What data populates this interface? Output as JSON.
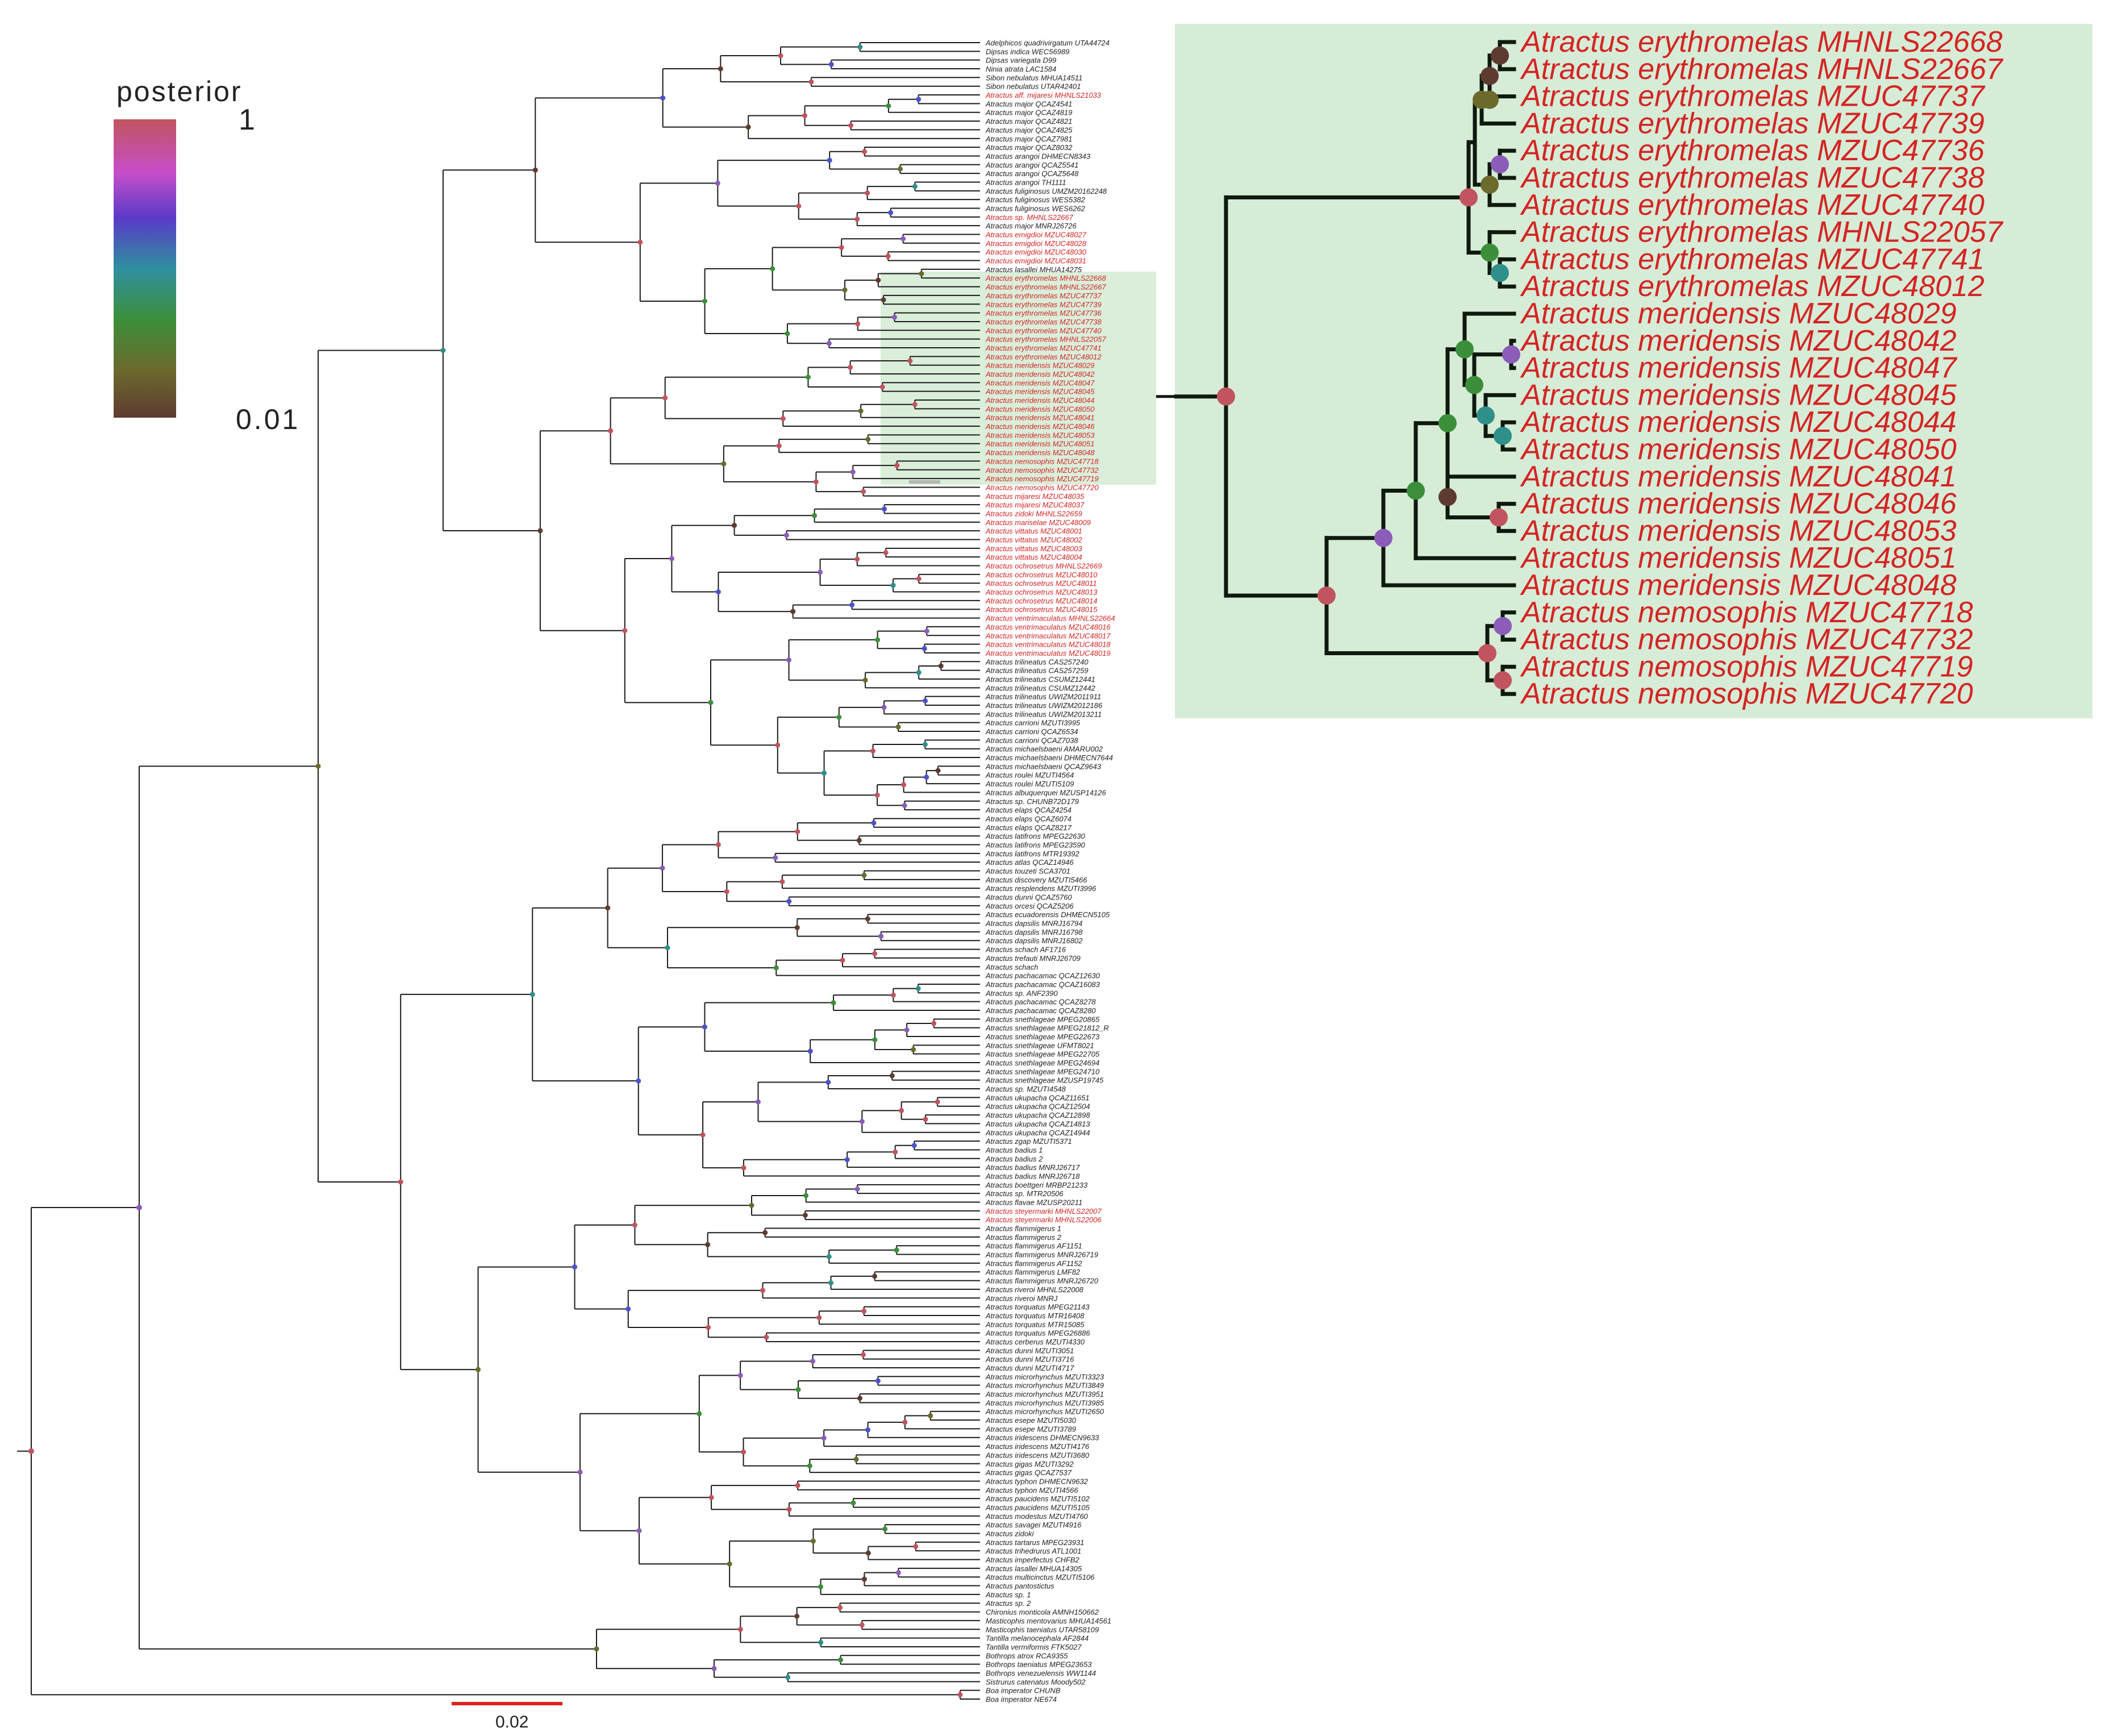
{
  "legend": {
    "title": "posterior",
    "max_label": "1",
    "min_label": "0.01",
    "colors": [
      "#c1545f",
      "#c64ec9",
      "#5a3ac8",
      "#2f8fa0",
      "#3b8f3a",
      "#6b6a2c",
      "#5e3b31"
    ]
  },
  "scale_bar": {
    "label": "0.02",
    "color": "#e02020"
  },
  "colors": {
    "highlight_fill": "#d6ecd6",
    "highlight_taxa": "#d42424",
    "branch": "#1a1a1a",
    "zoom_branch": "#0e1a0e",
    "node_high": "#c1545f",
    "node_purple": "#8b5cb8",
    "node_blue": "#4b53c9",
    "node_teal": "#2f8f8a",
    "node_green": "#3b8f3a",
    "node_olive": "#6b6a2c",
    "node_brown": "#5e3b31"
  },
  "zoom_panel": {
    "leaves": [
      "Atractus erythromelas MHNLS22668",
      "Atractus erythromelas MHNLS22667",
      "Atractus erythromelas MZUC47737",
      "Atractus erythromelas MZUC47739",
      "Atractus erythromelas MZUC47736",
      "Atractus erythromelas MZUC47738",
      "Atractus erythromelas MZUC47740",
      "Atractus erythromelas MHNLS22057",
      "Atractus erythromelas MZUC47741",
      "Atractus erythromelas MZUC48012",
      "Atractus meridensis MZUC48029",
      "Atractus meridensis MZUC48042",
      "Atractus meridensis MZUC48047",
      "Atractus meridensis MZUC48045",
      "Atractus meridensis MZUC48044",
      "Atractus meridensis MZUC48050",
      "Atractus meridensis MZUC48041",
      "Atractus meridensis MZUC48046",
      "Atractus meridensis MZUC48053",
      "Atractus meridensis MZUC48051",
      "Atractus meridensis MZUC48048",
      "Atractus nemosophis MZUC47718",
      "Atractus nemosophis MZUC47732",
      "Atractus nemosophis MZUC47719",
      "Atractus nemosophis MZUC47720"
    ]
  },
  "main_tree": {
    "leaves": [
      {
        "label": "Adelphicos quadrivirgatum UTA44724",
        "hl": false
      },
      {
        "label": "Dipsas indica WEC56989",
        "hl": false
      },
      {
        "label": "Dipsas variegata D99",
        "hl": false
      },
      {
        "label": "Ninia atrata LAC1584",
        "hl": false
      },
      {
        "label": "Sibon nebulatus MHUA14511",
        "hl": false
      },
      {
        "label": "Sibon nebulatus UTAR42401",
        "hl": false
      },
      {
        "label": "Atractus aff. mijaresi MHNLS21033",
        "hl": true
      },
      {
        "label": "Atractus major QCAZ4541",
        "hl": false
      },
      {
        "label": "Atractus major QCAZ4819",
        "hl": false
      },
      {
        "label": "Atractus major QCAZ4821",
        "hl": false
      },
      {
        "label": "Atractus major QCAZ4825",
        "hl": false
      },
      {
        "label": "Atractus major QCAZ7981",
        "hl": false
      },
      {
        "label": "Atractus major QCAZ8032",
        "hl": false
      },
      {
        "label": "Atractus arangoi DHMECN8343",
        "hl": false
      },
      {
        "label": "Atractus arangoi QCAZ5541",
        "hl": false
      },
      {
        "label": "Atractus arangoi QCAZ5648",
        "hl": false
      },
      {
        "label": "Atractus arangoi TH1111",
        "hl": false
      },
      {
        "label": "Atractus fuliginosus UMZM20162248",
        "hl": false
      },
      {
        "label": "Atractus fuliginosus WES5382",
        "hl": false
      },
      {
        "label": "Atractus fuliginosus WES6262",
        "hl": false
      },
      {
        "label": "Atractus sp. MHNLS22667",
        "hl": true
      },
      {
        "label": "Atractus major MNRJ26726",
        "hl": false
      },
      {
        "label": "Atractus emigdioi MZUC48027",
        "hl": true
      },
      {
        "label": "Atractus emigdioi MZUC48028",
        "hl": true
      },
      {
        "label": "Atractus emigdioi MZUC48030",
        "hl": true
      },
      {
        "label": "Atractus emigdioi MZUC48031",
        "hl": true
      },
      {
        "label": "Atractus lasallei MHUA14275",
        "hl": false
      },
      {
        "label": "Atractus erythromelas MHNLS22668",
        "hl": true
      },
      {
        "label": "Atractus erythromelas MHNLS22667",
        "hl": true
      },
      {
        "label": "Atractus erythromelas MZUC47737",
        "hl": true
      },
      {
        "label": "Atractus erythromelas MZUC47739",
        "hl": true
      },
      {
        "label": "Atractus erythromelas MZUC47736",
        "hl": true
      },
      {
        "label": "Atractus erythromelas MZUC47738",
        "hl": true
      },
      {
        "label": "Atractus erythromelas MZUC47740",
        "hl": true
      },
      {
        "label": "Atractus erythromelas MHNLS22057",
        "hl": true
      },
      {
        "label": "Atractus erythromelas MZUC47741",
        "hl": true
      },
      {
        "label": "Atractus erythromelas MZUC48012",
        "hl": true
      },
      {
        "label": "Atractus meridensis MZUC48029",
        "hl": true
      },
      {
        "label": "Atractus meridensis MZUC48042",
        "hl": true
      },
      {
        "label": "Atractus meridensis MZUC48047",
        "hl": true
      },
      {
        "label": "Atractus meridensis MZUC48045",
        "hl": true
      },
      {
        "label": "Atractus meridensis MZUC48044",
        "hl": true
      },
      {
        "label": "Atractus meridensis MZUC48050",
        "hl": true
      },
      {
        "label": "Atractus meridensis MZUC48041",
        "hl": true
      },
      {
        "label": "Atractus meridensis MZUC48046",
        "hl": true
      },
      {
        "label": "Atractus meridensis MZUC48053",
        "hl": true
      },
      {
        "label": "Atractus meridensis MZUC48051",
        "hl": true
      },
      {
        "label": "Atractus meridensis MZUC48048",
        "hl": true
      },
      {
        "label": "Atractus nemosophis MZUC47718",
        "hl": true
      },
      {
        "label": "Atractus nemosophis MZUC47732",
        "hl": true
      },
      {
        "label": "Atractus nemosophis MZUC47719",
        "hl": true
      },
      {
        "label": "Atractus nemosophis MZUC47720",
        "hl": true
      },
      {
        "label": "Atractus mijaresi MZUC48035",
        "hl": true
      },
      {
        "label": "Atractus mijaresi MZUC48037",
        "hl": true
      },
      {
        "label": "Atractus zidoki MHNLS22659",
        "hl": true
      },
      {
        "label": "Atractus mariselae MZUC48009",
        "hl": true
      },
      {
        "label": "Atractus vittatus MZUC48001",
        "hl": true
      },
      {
        "label": "Atractus vittatus MZUC48002",
        "hl": true
      },
      {
        "label": "Atractus vittatus MZUC48003",
        "hl": true
      },
      {
        "label": "Atractus vittatus MZUC48004",
        "hl": true
      },
      {
        "label": "Atractus ochrosetrus MHNLS22669",
        "hl": true
      },
      {
        "label": "Atractus ochrosetrus MZUC48010",
        "hl": true
      },
      {
        "label": "Atractus ochrosetrus MZUC48011",
        "hl": true
      },
      {
        "label": "Atractus ochrosetrus MZUC48013",
        "hl": true
      },
      {
        "label": "Atractus ochrosetrus MZUC48014",
        "hl": true
      },
      {
        "label": "Atractus ochrosetrus MZUC48015",
        "hl": true
      },
      {
        "label": "Atractus ventrimaculatus MHNLS22664",
        "hl": true
      },
      {
        "label": "Atractus ventrimaculatus MZUC48016",
        "hl": true
      },
      {
        "label": "Atractus ventrimaculatus MZUC48017",
        "hl": true
      },
      {
        "label": "Atractus ventrimaculatus MZUC48018",
        "hl": true
      },
      {
        "label": "Atractus ventrimaculatus MZUC48019",
        "hl": true
      },
      {
        "label": "Atractus trilineatus CAS257240",
        "hl": false
      },
      {
        "label": "Atractus trilineatus CAS257259",
        "hl": false
      },
      {
        "label": "Atractus trilineatus CSUMZ12441",
        "hl": false
      },
      {
        "label": "Atractus trilineatus CSUMZ12442",
        "hl": false
      },
      {
        "label": "Atractus trilineatus UWIZM2011911",
        "hl": false
      },
      {
        "label": "Atractus trilineatus UWIZM2012186",
        "hl": false
      },
      {
        "label": "Atractus trilineatus UWIZM2013211",
        "hl": false
      },
      {
        "label": "Atractus carrioni MZUTI3995",
        "hl": false
      },
      {
        "label": "Atractus carrioni QCAZ6534",
        "hl": false
      },
      {
        "label": "Atractus carrioni QCAZ7038",
        "hl": false
      },
      {
        "label": "Atractus michaelsbaeni AMARU002",
        "hl": false
      },
      {
        "label": "Atractus michaelsbaeni DHMECN7644",
        "hl": false
      },
      {
        "label": "Atractus michaelsbaeni QCAZ9643",
        "hl": false
      },
      {
        "label": "Atractus roulei MZUTI4564",
        "hl": false
      },
      {
        "label": "Atractus roulei MZUTI5109",
        "hl": false
      },
      {
        "label": "Atractus albuquerquei MZUSP14126",
        "hl": false
      },
      {
        "label": "Atractus sp. CHUNB72D179",
        "hl": false
      },
      {
        "label": "Atractus elaps QCAZ4254",
        "hl": false
      },
      {
        "label": "Atractus elaps QCAZ6074",
        "hl": false
      },
      {
        "label": "Atractus elaps QCAZ8217",
        "hl": false
      },
      {
        "label": "Atractus latifrons MPEG22630",
        "hl": false
      },
      {
        "label": "Atractus latifrons MPEG23590",
        "hl": false
      },
      {
        "label": "Atractus latifrons MTR19392",
        "hl": false
      },
      {
        "label": "Atractus atlas QCAZ14946",
        "hl": false
      },
      {
        "label": "Atractus touzeti SCA3701",
        "hl": false
      },
      {
        "label": "Atractus discovery MZUTI5466",
        "hl": false
      },
      {
        "label": "Atractus resplendens MZUTI3996",
        "hl": false
      },
      {
        "label": "Atractus dunni QCAZ5760",
        "hl": false
      },
      {
        "label": "Atractus orcesi QCAZ5206",
        "hl": false
      },
      {
        "label": "Atractus ecuadorensis DHMECN5105",
        "hl": false
      },
      {
        "label": "Atractus dapsilis MNRJ16794",
        "hl": false
      },
      {
        "label": "Atractus dapsilis MNRJ16798",
        "hl": false
      },
      {
        "label": "Atractus dapsilis MNRJ16802",
        "hl": false
      },
      {
        "label": "Atractus schach AF1716",
        "hl": false
      },
      {
        "label": "Atractus trefauti MNRJ26709",
        "hl": false
      },
      {
        "label": "Atractus schach",
        "hl": false
      },
      {
        "label": "Atractus pachacamac QCAZ12630",
        "hl": false
      },
      {
        "label": "Atractus pachacamac QCAZ16083",
        "hl": false
      },
      {
        "label": "Atractus sp. ANF2390",
        "hl": false
      },
      {
        "label": "Atractus pachacamac QCAZ8278",
        "hl": false
      },
      {
        "label": "Atractus pachacamac QCAZ8280",
        "hl": false
      },
      {
        "label": "Atractus snethlageae MPEG20865",
        "hl": false
      },
      {
        "label": "Atractus snethlageae MPEG21812_R",
        "hl": false
      },
      {
        "label": "Atractus snethlageae MPEG22673",
        "hl": false
      },
      {
        "label": "Atractus snethlageae UFMT8021",
        "hl": false
      },
      {
        "label": "Atractus snethlageae MPEG22705",
        "hl": false
      },
      {
        "label": "Atractus snethlageae MPEG24694",
        "hl": false
      },
      {
        "label": "Atractus snethlageae MPEG24710",
        "hl": false
      },
      {
        "label": "Atractus snethlageae MZUSP19745",
        "hl": false
      },
      {
        "label": "Atractus sp. MZUTI4548",
        "hl": false
      },
      {
        "label": "Atractus ukupacha QCAZ11651",
        "hl": false
      },
      {
        "label": "Atractus ukupacha QCAZ12504",
        "hl": false
      },
      {
        "label": "Atractus ukupacha QCAZ12898",
        "hl": false
      },
      {
        "label": "Atractus ukupacha QCAZ14813",
        "hl": false
      },
      {
        "label": "Atractus ukupacha QCAZ14944",
        "hl": false
      },
      {
        "label": "Atractus zgap MZUTI5371",
        "hl": false
      },
      {
        "label": "Atractus badius 1",
        "hl": false
      },
      {
        "label": "Atractus badius 2",
        "hl": false
      },
      {
        "label": "Atractus badius MNRJ26717",
        "hl": false
      },
      {
        "label": "Atractus badius MNRJ26718",
        "hl": false
      },
      {
        "label": "Atractus boettgeri MRBP21233",
        "hl": false
      },
      {
        "label": "Atractus sp. MTR20506",
        "hl": false
      },
      {
        "label": "Atractus flavae MZUSP20211",
        "hl": false
      },
      {
        "label": "Atractus steyermarki MHNLS22007",
        "hl": true
      },
      {
        "label": "Atractus steyermarki MHNLS22006",
        "hl": true
      },
      {
        "label": "Atractus flammigerus 1",
        "hl": false
      },
      {
        "label": "Atractus flammigerus 2",
        "hl": false
      },
      {
        "label": "Atractus flammigerus AF1151",
        "hl": false
      },
      {
        "label": "Atractus flammigerus MNRJ26719",
        "hl": false
      },
      {
        "label": "Atractus flammigerus AF1152",
        "hl": false
      },
      {
        "label": "Atractus flammigerus LMF82",
        "hl": false
      },
      {
        "label": "Atractus flammigerus MNRJ26720",
        "hl": false
      },
      {
        "label": "Atractus riveroi MHNLS22008",
        "hl": false
      },
      {
        "label": "Atractus riveroi MNRJ",
        "hl": false
      },
      {
        "label": "Atractus torquatus MPEG21143",
        "hl": false
      },
      {
        "label": "Atractus torquatus MTR16408",
        "hl": false
      },
      {
        "label": "Atractus torquatus MTR15085",
        "hl": false
      },
      {
        "label": "Atractus torquatus MPEG26886",
        "hl": false
      },
      {
        "label": "Atractus cerberus MZUTI4330",
        "hl": false
      },
      {
        "label": "Atractus dunni MZUTI3051",
        "hl": false
      },
      {
        "label": "Atractus dunni MZUTI3716",
        "hl": false
      },
      {
        "label": "Atractus dunni MZUTI4717",
        "hl": false
      },
      {
        "label": "Atractus microrhynchus MZUTI3323",
        "hl": false
      },
      {
        "label": "Atractus microrhynchus MZUTI3849",
        "hl": false
      },
      {
        "label": "Atractus microrhynchus MZUTI3951",
        "hl": false
      },
      {
        "label": "Atractus microrhynchus MZUTI3985",
        "hl": false
      },
      {
        "label": "Atractus microrhynchus MZUTI2650",
        "hl": false
      },
      {
        "label": "Atractus esepe MZUTI5030",
        "hl": false
      },
      {
        "label": "Atractus esepe MZUTI3789",
        "hl": false
      },
      {
        "label": "Atractus iridescens DHMECN9633",
        "hl": false
      },
      {
        "label": "Atractus iridescens MZUTI4176",
        "hl": false
      },
      {
        "label": "Atractus iridescens MZUTI3680",
        "hl": false
      },
      {
        "label": "Atractus gigas MZUTI3292",
        "hl": false
      },
      {
        "label": "Atractus gigas QCAZ7537",
        "hl": false
      },
      {
        "label": "Atractus typhon DHMECN9632",
        "hl": false
      },
      {
        "label": "Atractus typhon MZUTI4566",
        "hl": false
      },
      {
        "label": "Atractus paucidens MZUTI5102",
        "hl": false
      },
      {
        "label": "Atractus paucidens MZUTI5105",
        "hl": false
      },
      {
        "label": "Atractus modestus MZUTI4760",
        "hl": false
      },
      {
        "label": "Atractus savagei MZUTI4916",
        "hl": false
      },
      {
        "label": "Atractus zidoki",
        "hl": false
      },
      {
        "label": "Atractus tartarus MPEG23931",
        "hl": false
      },
      {
        "label": "Atractus trihedrurus ATL1001",
        "hl": false
      },
      {
        "label": "Atractus imperfectus CHFB2",
        "hl": false
      },
      {
        "label": "Atractus lasallei MHUA14305",
        "hl": false
      },
      {
        "label": "Atractus multicinctus MZUTI5106",
        "hl": false
      },
      {
        "label": "Atractus pantostictus",
        "hl": false
      },
      {
        "label": "Atractus sp. 1",
        "hl": false
      },
      {
        "label": "Atractus sp. 2",
        "hl": false
      },
      {
        "label": "Chironius monticola AMNH150662",
        "hl": false
      },
      {
        "label": "Masticophis mentovarius MHUA14561",
        "hl": false
      },
      {
        "label": "Masticophis taeniatus UTAR58109",
        "hl": false
      },
      {
        "label": "Tantilla melanocephala AF2844",
        "hl": false
      },
      {
        "label": "Tantilla vermiformis FTK5027",
        "hl": false
      },
      {
        "label": "Bothrops atrox RCA9355",
        "hl": false
      },
      {
        "label": "Bothrops taeniatus MPEG23653",
        "hl": false
      },
      {
        "label": "Bothrops venezuelensis WW1144",
        "hl": false
      },
      {
        "label": "Sistrurus catenatus Moody502",
        "hl": false
      },
      {
        "label": "Boa imperator CHUNB",
        "hl": false
      },
      {
        "label": "Boa imperator NE674",
        "hl": false
      }
    ]
  }
}
